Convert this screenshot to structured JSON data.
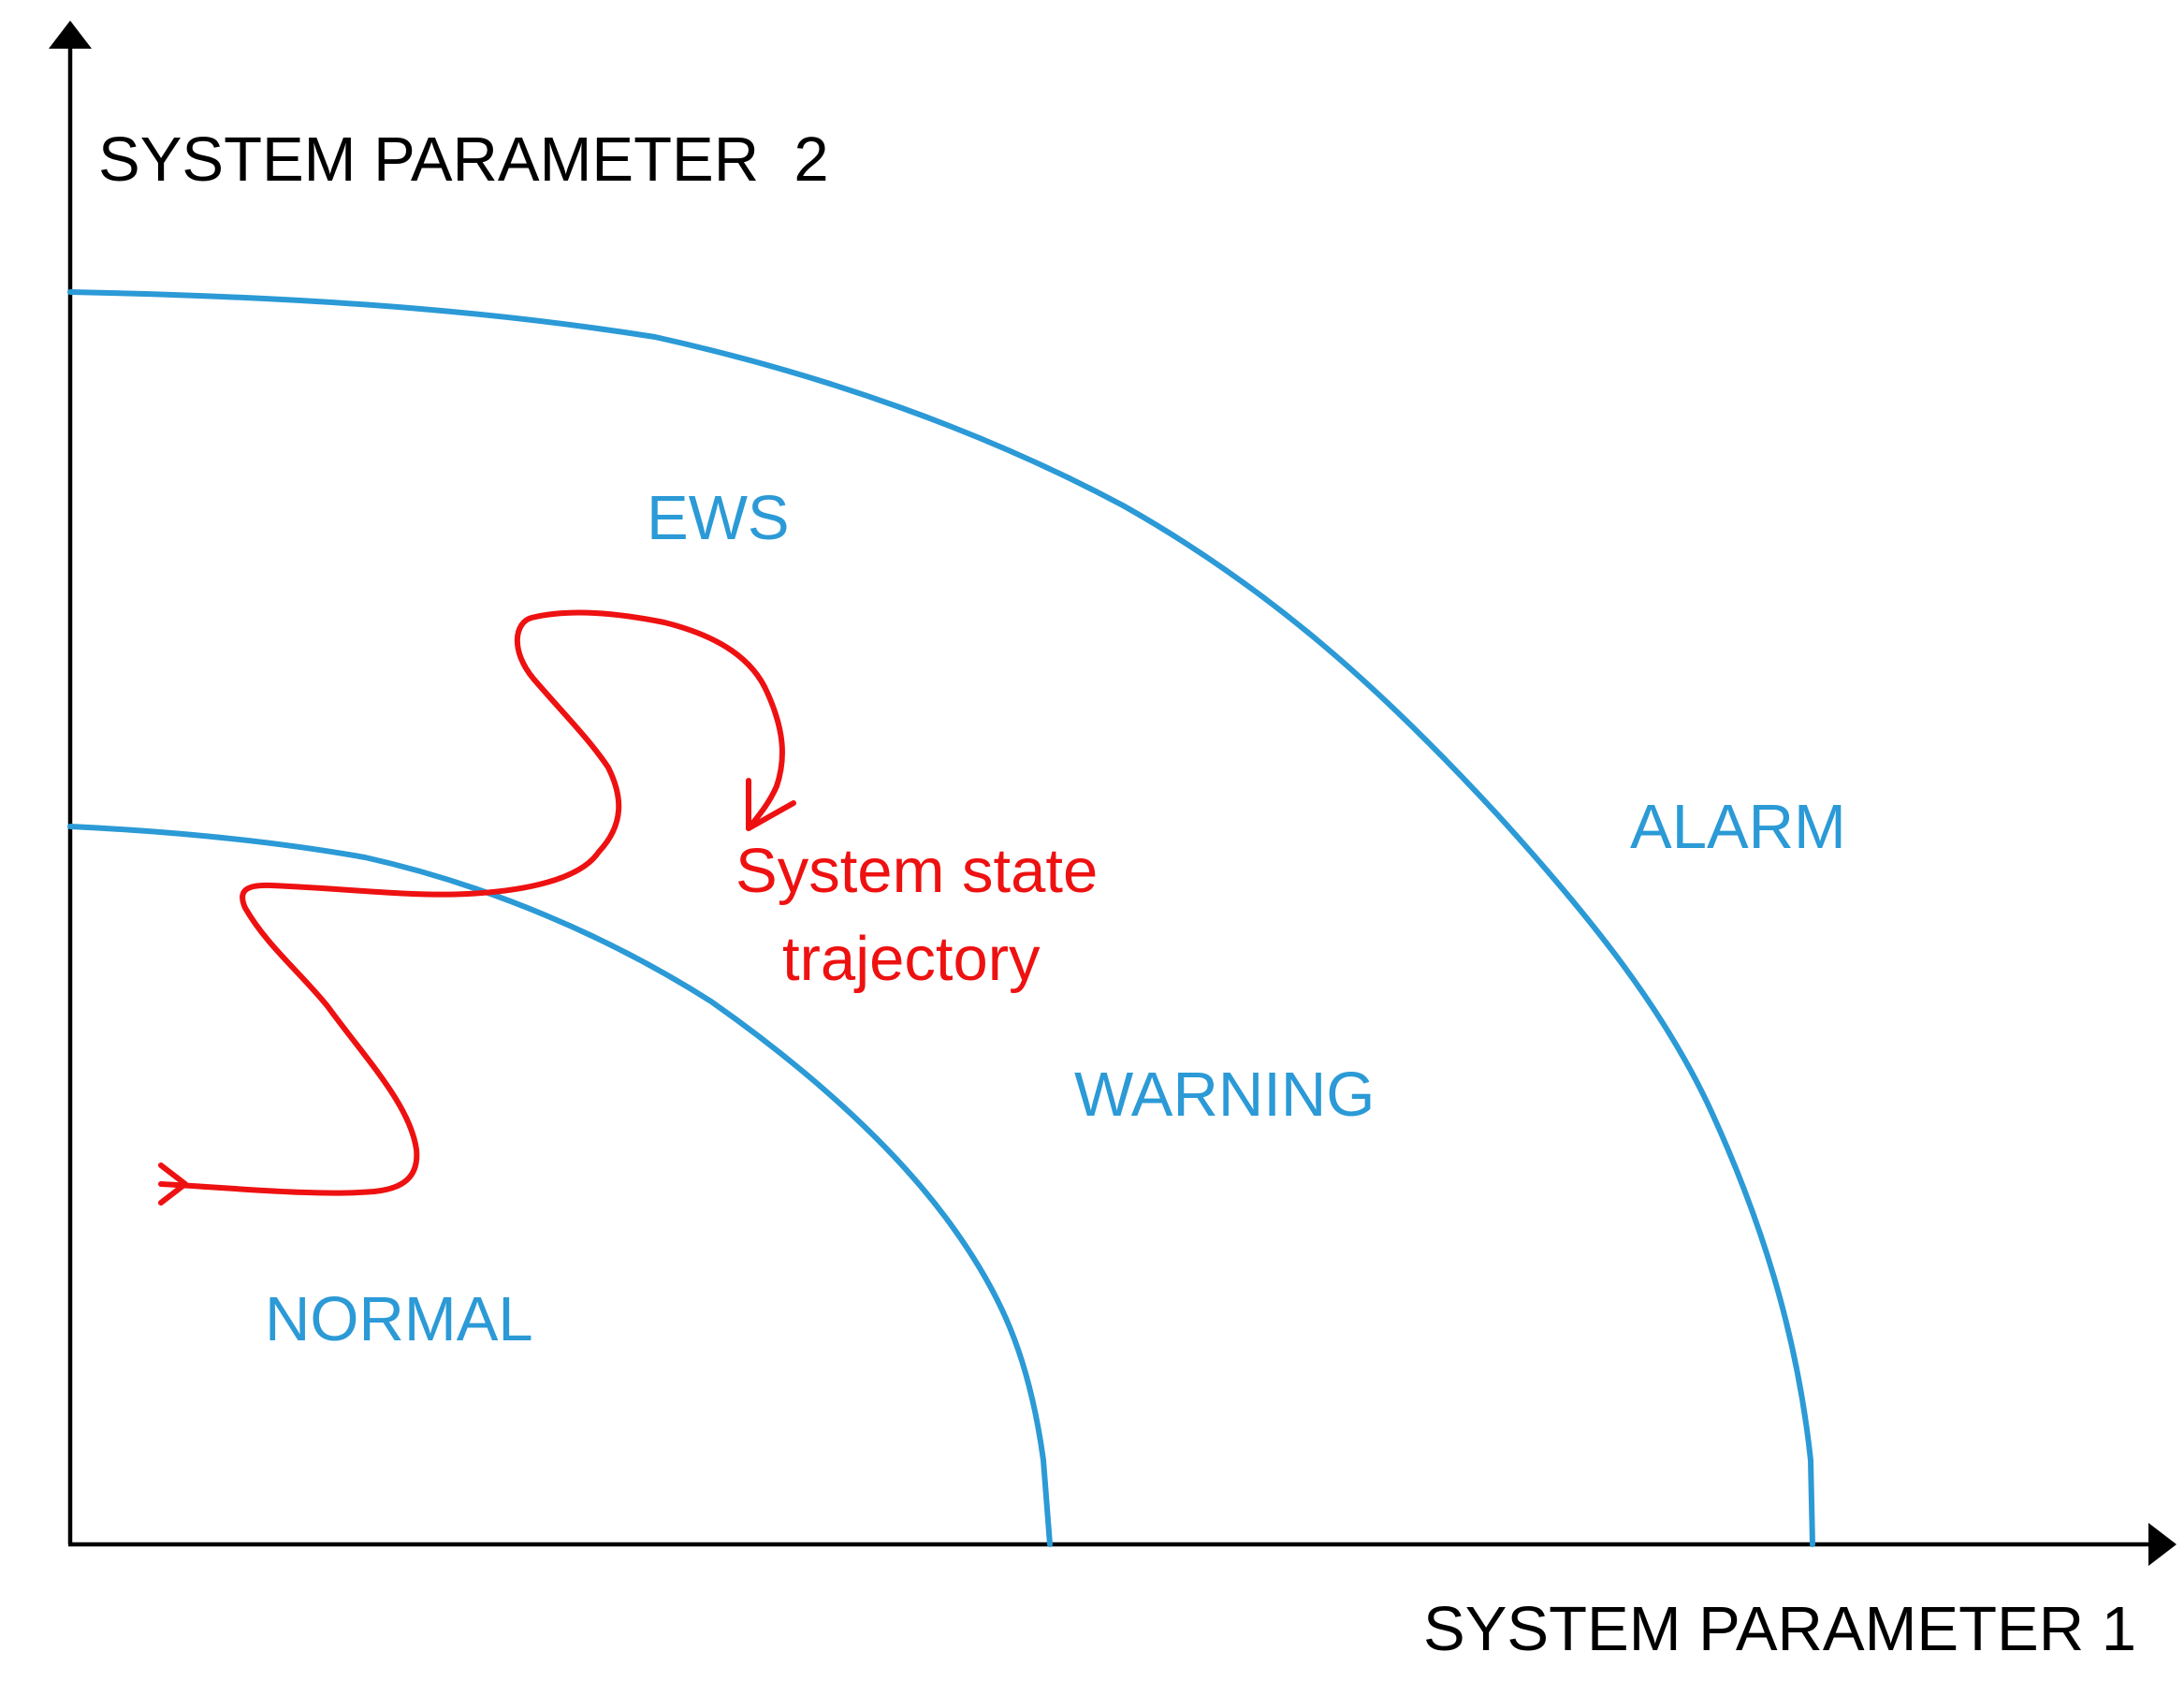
{
  "axes": {
    "x_label": "SYSTEM PARAMETER 1",
    "y_label": "SYSTEM PARAMETER  2"
  },
  "regions": {
    "normal": "NORMAL",
    "warning": "WARNING",
    "alarm": "ALARM",
    "ews": "EWS"
  },
  "annotation": {
    "line1": "System state",
    "line2": "trajectory"
  },
  "colors": {
    "boundary": "#2b9ad6",
    "region_text": "#2b9ad6",
    "trajectory": "#ee1111",
    "axis": "#000000"
  }
}
